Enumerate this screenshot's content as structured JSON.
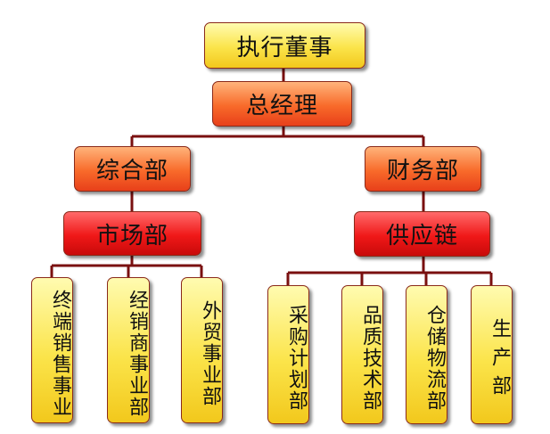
{
  "colors": {
    "line": "#7a1010",
    "border": "#8a2a1a"
  },
  "org": {
    "ceo": "执行董事",
    "gm": "总经理",
    "general_dept": "综合部",
    "finance_dept": "财务部",
    "marketing_dept": "市场部",
    "supply_chain": "供应链",
    "marketing_children": [
      "终端销售事业",
      "经销商事业部",
      "外贸事业部"
    ],
    "supply_children": [
      "采购计划部",
      "品质技术部",
      "仓储物流部",
      "生产部"
    ]
  }
}
